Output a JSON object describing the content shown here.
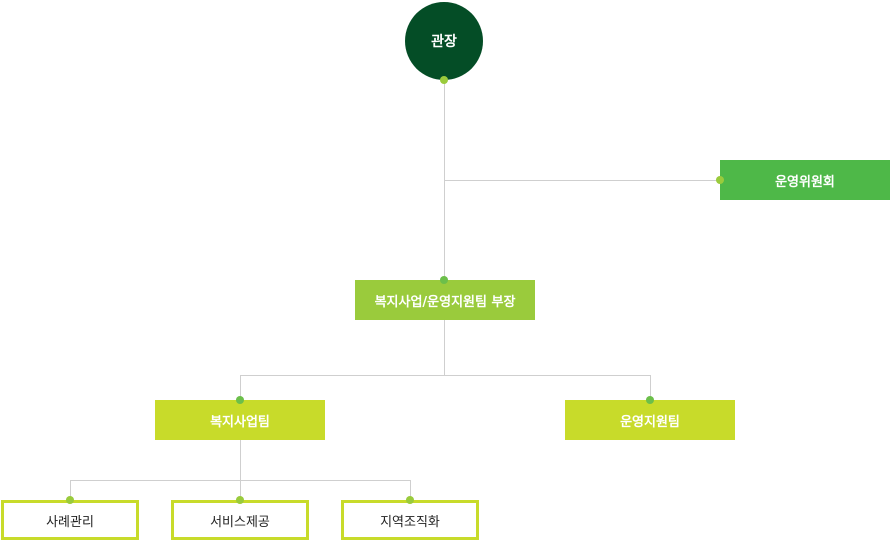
{
  "colors": {
    "director_circle": "#044d26",
    "committee": "#4eb848",
    "division_head": "#9acb3c",
    "team": "#c8db2a",
    "connector": "#cfcfcf",
    "dot_light": "#9acb3c",
    "dot_medium": "#6cbf4a"
  },
  "org": {
    "director": "관장",
    "committee": "운영위원회",
    "division_head": "복지사업/운영지원팀 부장",
    "teams": [
      {
        "label": "복지사업팀"
      },
      {
        "label": "운영지원팀"
      }
    ],
    "sub_units": [
      {
        "label": "사례관리"
      },
      {
        "label": "서비스제공"
      },
      {
        "label": "지역조직화"
      }
    ]
  }
}
